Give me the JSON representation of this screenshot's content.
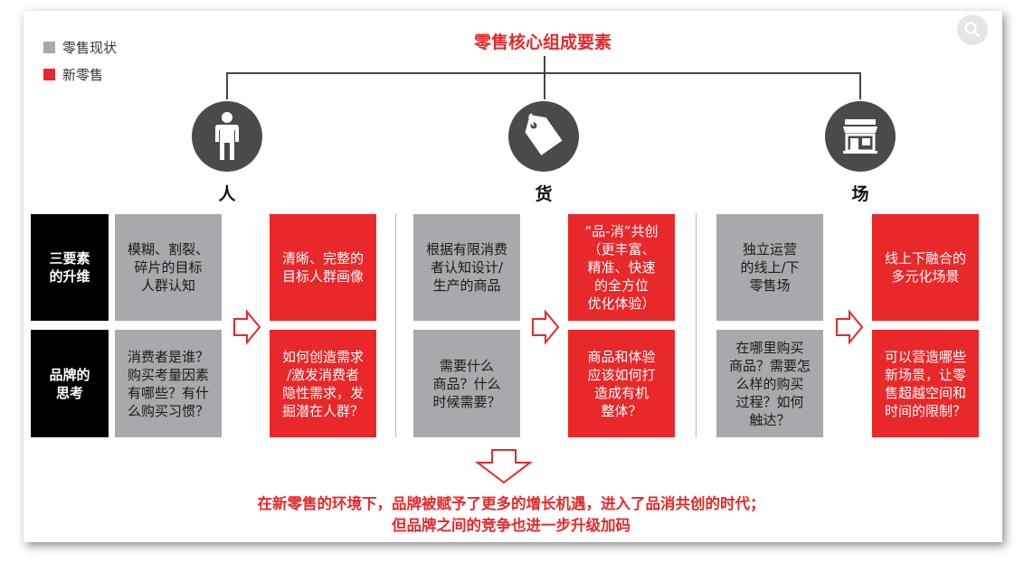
{
  "legend": [
    {
      "label": "零售现状",
      "color": "#a7a9ac"
    },
    {
      "label": "新零售",
      "color": "#e8282a"
    }
  ],
  "title": "零售核心组成要素",
  "colors": {
    "accent": "#e8282a",
    "grey": "#a7a9ac",
    "dark": "#4a4a4a"
  },
  "rows": {
    "row1": "三要素\n的升维",
    "row2": "品牌的\n思考"
  },
  "categories": [
    {
      "label": "人",
      "icon": "person-icon",
      "current_row1": "模糊、割裂、\n碎片的目标\n人群认知",
      "new_row1": "清晰、完整的\n目标人群画像",
      "current_row2": "消费者是谁？\n购买考量因素\n有哪些？有什\n么购买习惯？",
      "new_row2": "如何创造需求\n/激发消费者\n隐性需求，发\n掘潜在人群？"
    },
    {
      "label": "货",
      "icon": "price-tag-icon",
      "current_row1": "根据有限消费\n者认知设计/\n生产的商品",
      "new_row1": "“品-消”共创\n（更丰富、\n精准、快速\n的全方位\n优化体验）",
      "current_row2": "需要什么\n商品？什么\n时候需要？",
      "new_row2": "商品和体验\n应该如何打\n造成有机\n整体？"
    },
    {
      "label": "场",
      "icon": "storefront-icon",
      "current_row1": "独立运营\n的线上/下\n零售场",
      "new_row1": "线上下融合的\n多元化场景",
      "current_row2": "在哪里购买\n商品？需要怎\n么样的购买\n过程？如何\n触达？",
      "new_row2": "可以营造哪些\n新场景，让零\n售超越空间和\n时间的限制？"
    }
  ],
  "conclusion": {
    "line1": "在新零售的环境下，品牌被赋予了更多的增长机遇，进入了品消共创的时代；",
    "line2": "但品牌之间的竞争也进一步升级加码"
  }
}
